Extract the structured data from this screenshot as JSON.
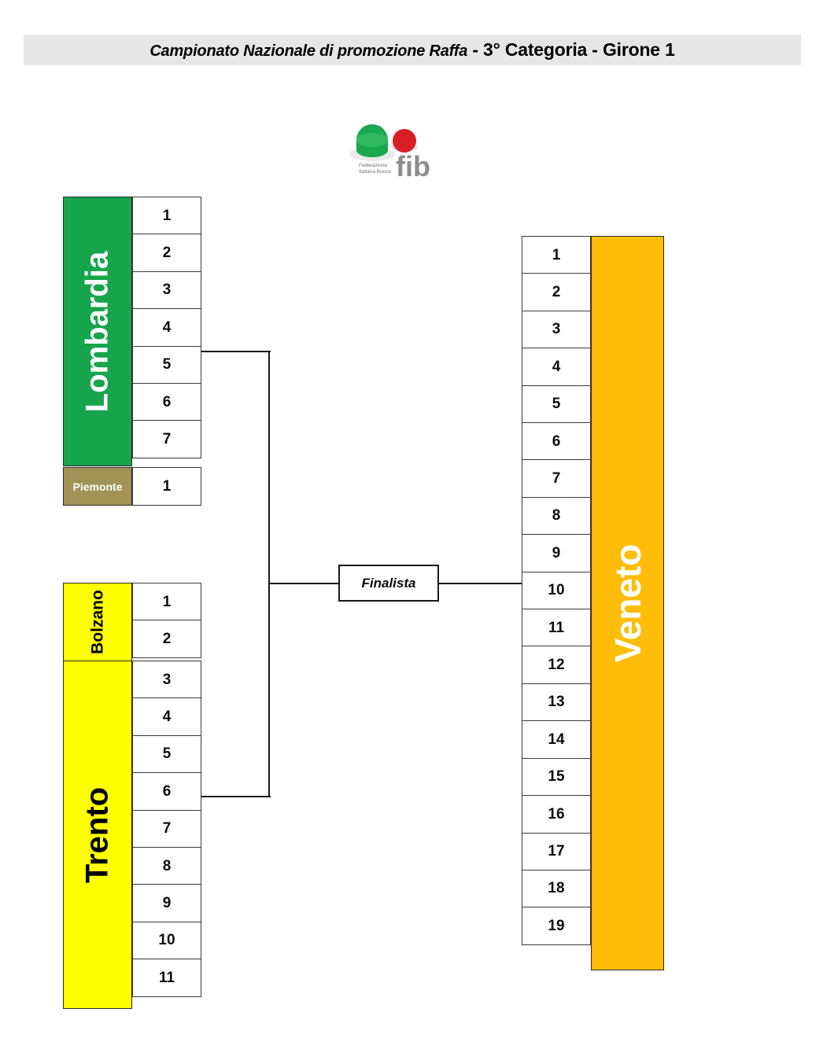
{
  "header": {
    "title_italic": "Campionato Nazionale di promozione Raffa",
    "title_bold": " - 3° Categoria - Girone 1",
    "background": "#e6e6e6"
  },
  "logo": {
    "name": "fib-logo",
    "wordmark": "fib",
    "line1": "Federazione",
    "line2": "Italiana Bocce",
    "green": "#1aa84f",
    "red": "#d81f26",
    "gray": "#8d8d8d"
  },
  "bracket": {
    "finalista_label": "Finalista",
    "blocks": [
      {
        "id": "lombardia",
        "label": "Lombardia",
        "color": "#17a54c",
        "text_color": "#ffffff",
        "rows": [
          "1",
          "2",
          "3",
          "4",
          "5",
          "6",
          "7"
        ]
      },
      {
        "id": "piemonte",
        "label": "Piemonte",
        "color": "#a19356",
        "text_color": "#ffffff",
        "rows": [
          "1"
        ]
      },
      {
        "id": "bolzano",
        "label": "Bolzano",
        "color": "#ffff00",
        "text_color": "#000000",
        "rows": [
          "1",
          "2"
        ]
      },
      {
        "id": "trento",
        "label": "Trento",
        "color": "#ffff00",
        "text_color": "#000000",
        "rows": [
          "3",
          "4",
          "5",
          "6",
          "7",
          "8",
          "9",
          "10",
          "11"
        ]
      },
      {
        "id": "veneto",
        "label": "Veneto",
        "color": "#ffbd0a",
        "text_color": "#ffffff",
        "rows": [
          "1",
          "2",
          "3",
          "4",
          "5",
          "6",
          "7",
          "8",
          "9",
          "10",
          "11",
          "12",
          "13",
          "14",
          "15",
          "16",
          "17",
          "18",
          "19"
        ]
      }
    ]
  }
}
